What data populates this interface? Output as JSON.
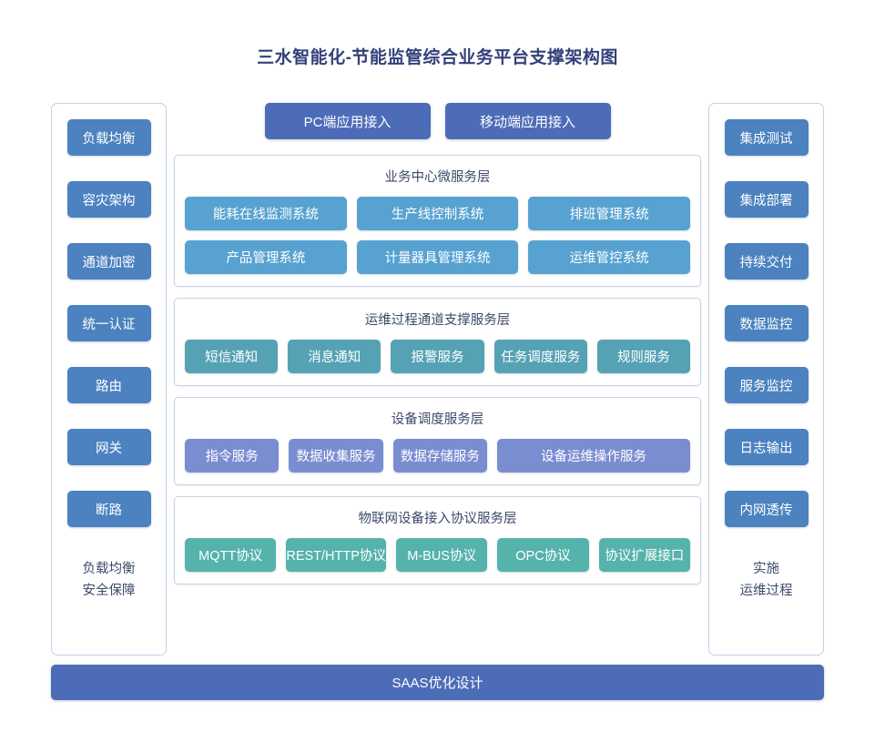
{
  "page": {
    "title": "三水智能化-节能监管综合业务平台支撑架构图"
  },
  "colors": {
    "title_text": "#33407a",
    "side_button": "#4b82bf",
    "access_button": "#4c6cb8",
    "business_chip": "#57a2d1",
    "ops_chip": "#55a2b4",
    "device_chip": "#7b8dd1",
    "iot_chip": "#55b3ac",
    "bottom_bar": "#4c6cb8",
    "panel_border": "#c2cfe6",
    "layer_border": "#c6d2e6",
    "body_text": "#3d4a6b"
  },
  "left_panel": {
    "items": [
      {
        "label": "负载均衡"
      },
      {
        "label": "容灾架构"
      },
      {
        "label": "通道加密"
      },
      {
        "label": "统一认证"
      },
      {
        "label": "路由"
      },
      {
        "label": "网关"
      },
      {
        "label": "断路"
      }
    ],
    "footer_line1": "负载均衡",
    "footer_line2": "安全保障"
  },
  "right_panel": {
    "items": [
      {
        "label": "集成测试"
      },
      {
        "label": "集成部署"
      },
      {
        "label": "持续交付"
      },
      {
        "label": "数据监控"
      },
      {
        "label": "服务监控"
      },
      {
        "label": "日志输出"
      },
      {
        "label": "内网透传"
      }
    ],
    "footer_line1": "实施",
    "footer_line2": "运维过程"
  },
  "access": {
    "buttons": [
      {
        "label": "PC端应用接入"
      },
      {
        "label": "移动端应用接入"
      }
    ]
  },
  "layers": [
    {
      "title": "业务中心微服务层",
      "rows": [
        [
          {
            "label": "能耗在线监测系统"
          },
          {
            "label": "生产线控制系统"
          },
          {
            "label": "排班管理系统"
          }
        ],
        [
          {
            "label": "产品管理系统"
          },
          {
            "label": "计量器具管理系统"
          },
          {
            "label": "运维管控系统"
          }
        ]
      ]
    },
    {
      "title": "运维过程通道支撑服务层",
      "rows": [
        [
          {
            "label": "短信通知"
          },
          {
            "label": "消息通知"
          },
          {
            "label": "报警服务"
          },
          {
            "label": "任务调度服务"
          },
          {
            "label": "规则服务"
          }
        ]
      ]
    },
    {
      "title": "设备调度服务层",
      "rows": [
        [
          {
            "label": "指令服务"
          },
          {
            "label": "数据收集服务"
          },
          {
            "label": "数据存储服务"
          },
          {
            "label": "设备运维操作服务",
            "wide": true
          }
        ]
      ]
    },
    {
      "title": "物联网设备接入协议服务层",
      "rows": [
        [
          {
            "label": "MQTT协议"
          },
          {
            "label": "REST/HTTP协议"
          },
          {
            "label": "M-BUS协议"
          },
          {
            "label": "OPC协议"
          },
          {
            "label": "协议扩展接口"
          }
        ]
      ]
    }
  ],
  "bottom_bar": {
    "label": "SAAS优化设计"
  }
}
